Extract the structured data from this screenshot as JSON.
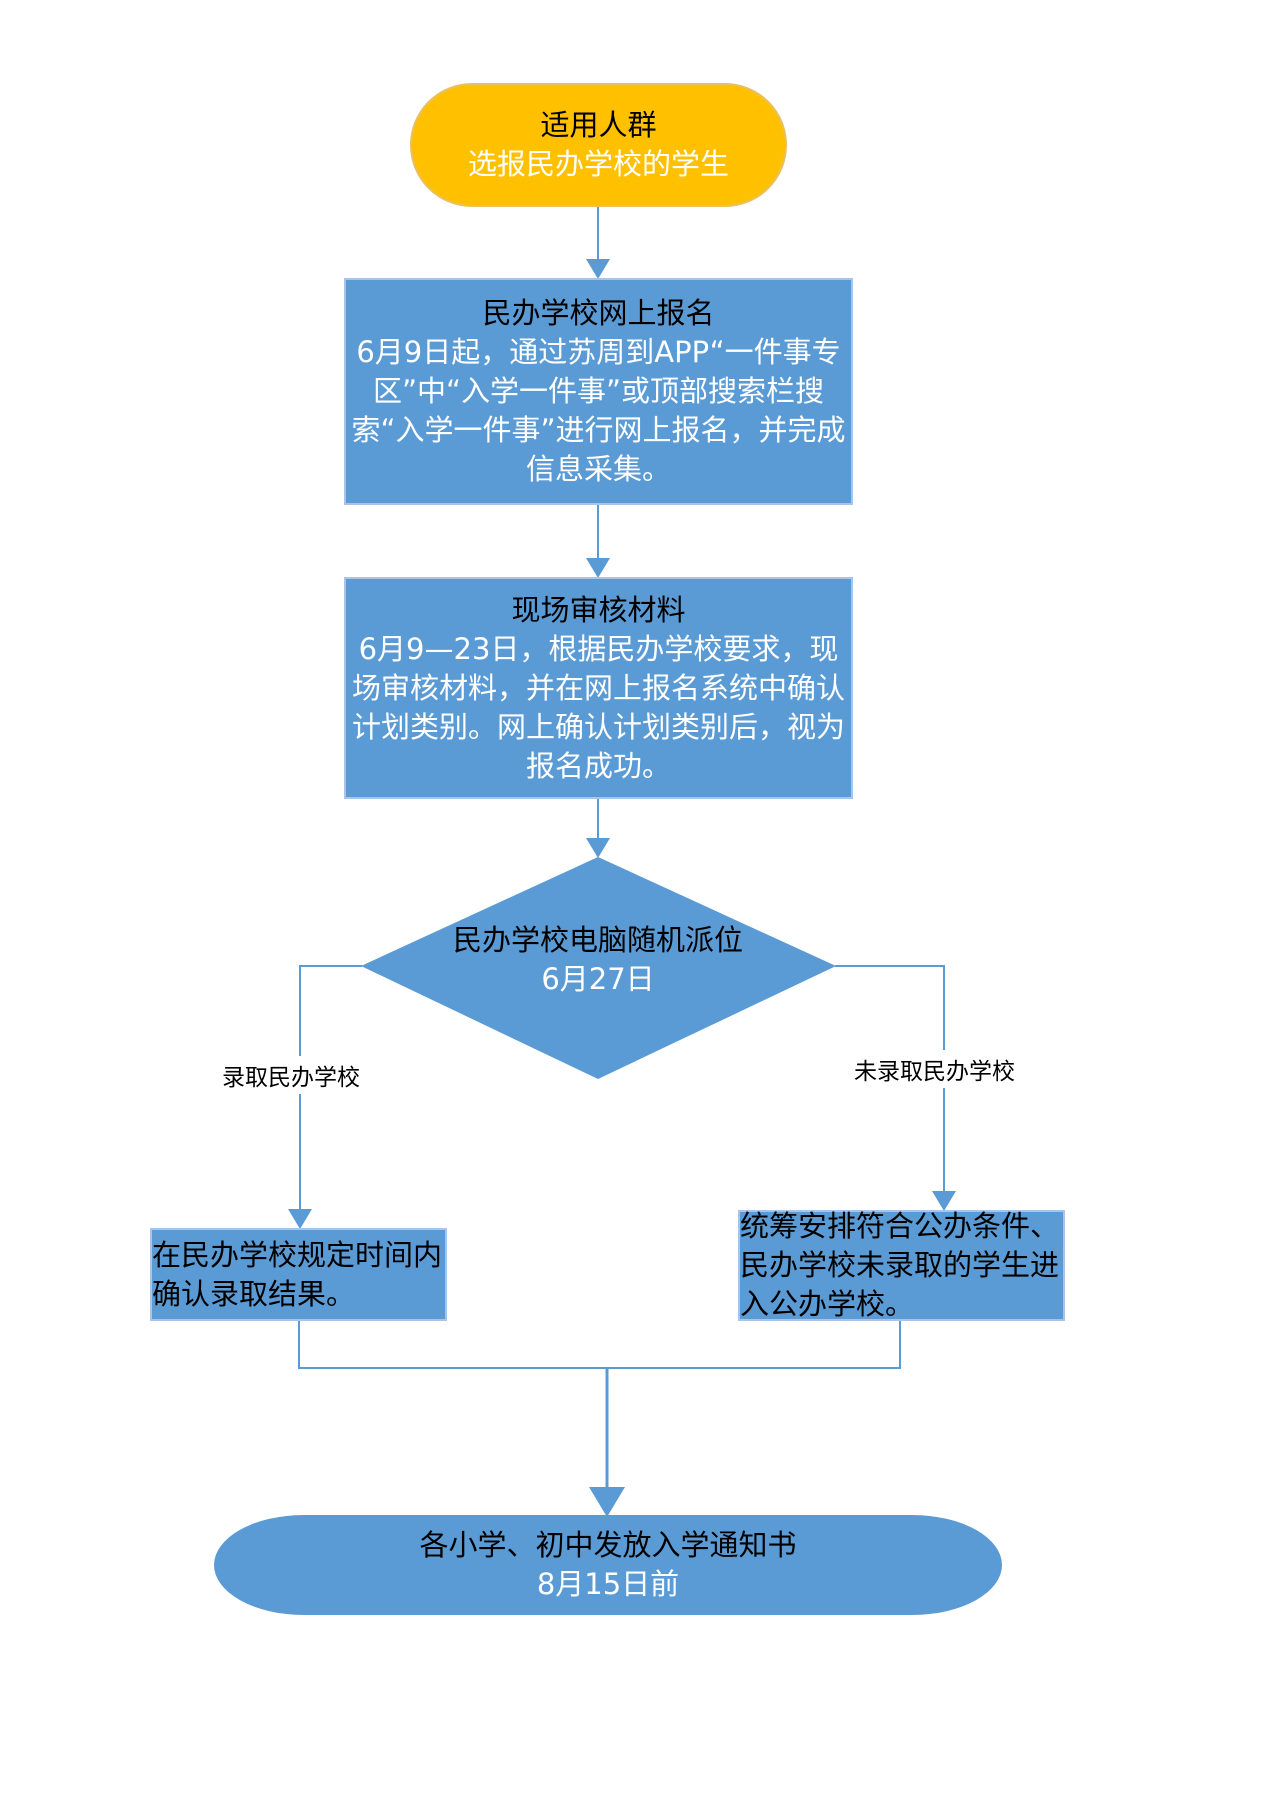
{
  "start": {
    "title": "适用人群",
    "subtitle": "选报民办学校的学生"
  },
  "step1": {
    "title": "民办学校网上报名",
    "body": "6月9日起，通过苏周到APP“一件事专区”中“入学一件事”或顶部搜索栏搜索“入学一件事”进行网上报名，并完成信息采集。"
  },
  "step2": {
    "title": "现场审核材料",
    "body": "6月9—23日，根据民办学校要求，现场审核材料，并在网上报名系统中确认计划类别。网上确认计划类别后，视为报名成功。"
  },
  "decision": {
    "title": "民办学校电脑随机派位",
    "date": "6月27日"
  },
  "branch_yes": {
    "label": "录取民办学校",
    "action": "在民办学校规定时间内确认录取结果。"
  },
  "branch_no": {
    "label": "未录取民办学校",
    "action": "统筹安排符合公办条件、民办学校未录取的学生进入公办学校。"
  },
  "end": {
    "title": "各小学、初中发放入学通知书",
    "date": "8月15日前"
  },
  "colors": {
    "start": "#FFC000",
    "process": "#5B9BD5",
    "line": "#5B9BD5"
  }
}
